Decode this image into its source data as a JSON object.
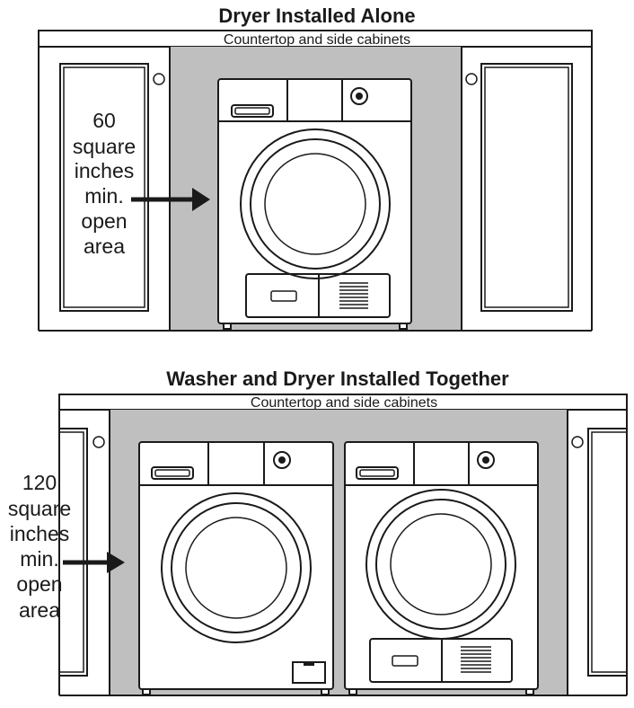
{
  "top": {
    "title": "Dryer Installed Alone",
    "countertop_label": "Countertop and side cabinets",
    "area_label_lines": [
      "60",
      "square",
      "inches",
      "min.",
      "open",
      "area"
    ]
  },
  "bottom": {
    "title": "Washer and Dryer Installed Together",
    "countertop_label": "Countertop and side cabinets",
    "area_label_lines": [
      "120",
      "square",
      "inches",
      "min.",
      "open",
      "area"
    ]
  },
  "colors": {
    "opening_fill": "#bfbfbf",
    "line": "#1a1a1a",
    "background": "#ffffff"
  }
}
